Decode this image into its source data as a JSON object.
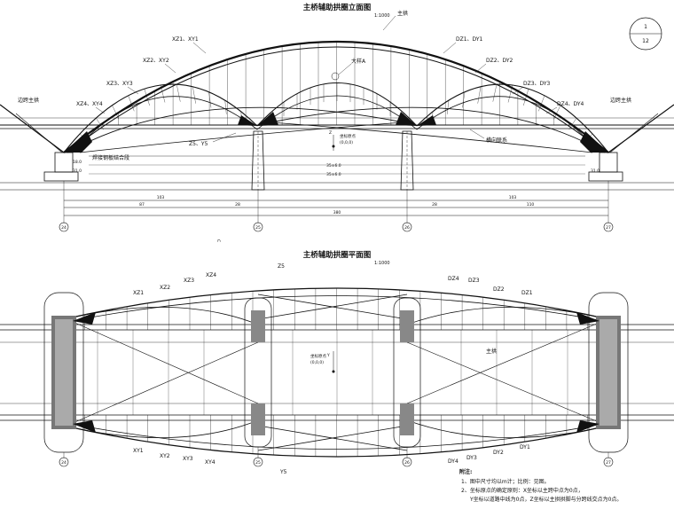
{
  "elevation": {
    "title": "主桥辅助拱圈立面图",
    "scale": "1:1000",
    "main_arch_label": "主拱",
    "labels_left": [
      "XZ1、XY1",
      "XZ2、XY2",
      "XZ3、XY3",
      "XZ4、XY4"
    ],
    "labels_right": [
      "DZ1、DY1",
      "DZ2、DY2",
      "DZ3、DY3",
      "DZ4、DY4"
    ],
    "side_span_left": "边跨主拱",
    "side_span_right": "边跨主拱",
    "detail_a": "大样A",
    "z5": "Z5、Y5",
    "transverse": "横向联系",
    "joint_left": "焊接钢板结合段",
    "origin_label": "坐标原点",
    "origin_coord": "(0,0,0)",
    "axis_z": "Z",
    "dim_top": "18.0",
    "dim_mid_left": "31.0",
    "dim_mid_right": "31.0",
    "dim_elev_1": "35±6.0",
    "dim_elev_2": "35±6.0",
    "dims_row1": [
      "103",
      "103"
    ],
    "dims_row2": [
      "87",
      "28",
      "28",
      "110"
    ],
    "dims_row3": [
      "380"
    ],
    "piers": [
      "24",
      "25",
      "26",
      "27"
    ],
    "cut_mark": "C"
  },
  "plan": {
    "title": "主桥辅助拱圈平面图",
    "scale": "1:1000",
    "labels_top_left": [
      "XZ1",
      "XZ2",
      "XZ3",
      "XZ4"
    ],
    "labels_top_right": [
      "DZ4",
      "DZ3",
      "DZ2",
      "DZ1"
    ],
    "label_top_center": "Z5",
    "labels_bottom_left": [
      "XY1",
      "XY2",
      "XY3",
      "XY4"
    ],
    "labels_bottom_right": [
      "DY4",
      "DY3",
      "DY2",
      "DY1"
    ],
    "label_bottom_center": "Y5",
    "main_arch": "主拱",
    "origin_label": "坐标原点",
    "origin_coord": "(0,0,0)",
    "axis_y": "Y",
    "piers": [
      "24",
      "25",
      "26",
      "27"
    ]
  },
  "sheet": {
    "number": "1",
    "total": "12"
  },
  "notes": {
    "heading": "附注:",
    "line1": "1、图中尺寸均以m计；比例：见图。",
    "line2": "2、坐标原点的确定原则：X坐标以主跨中点为0点，",
    "line3": "Y坐标以道路中线为0点，Z坐标以主拱拱脚与分跨线交点为0点。"
  }
}
